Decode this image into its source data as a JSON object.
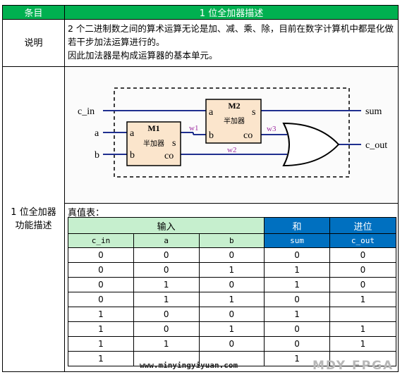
{
  "header": {
    "col1": "条目",
    "col2": "1 位全加器描述"
  },
  "row1": {
    "label": "说明",
    "line1": "2 个二进制数之间的算术运算无论是加、减、乘、除，目前在数字计算机中都是化做若干步加法运算进行的。",
    "line2": "因此加法器是构成运算器的基本单元。"
  },
  "row2": {
    "label_line1": "1 位全加器",
    "label_line2": "功能描述",
    "diagram": {
      "inputs": [
        "c_in",
        "a",
        "b"
      ],
      "outputs": [
        "sum",
        "c_out"
      ],
      "m1": {
        "name": "M1",
        "sub": "半加器",
        "ports": [
          "a",
          "b",
          "s",
          "co"
        ]
      },
      "m2": {
        "name": "M2",
        "sub": "半加器",
        "ports": [
          "a",
          "b",
          "s",
          "co"
        ]
      },
      "wires": [
        "w1",
        "w2",
        "w3"
      ]
    },
    "truth_label": "真值表：",
    "truth_table": {
      "group_input": "输入",
      "group_sum": "和",
      "group_carry": "进位",
      "columns": [
        "c_in",
        "a",
        "b",
        "sum",
        "c_out"
      ],
      "rows": [
        [
          "0",
          "0",
          "0",
          "0",
          "0"
        ],
        [
          "0",
          "0",
          "1",
          "1",
          "0"
        ],
        [
          "0",
          "1",
          "0",
          "1",
          "0"
        ],
        [
          "0",
          "1",
          "1",
          "0",
          "1"
        ],
        [
          "1",
          "0",
          "0",
          "1",
          ""
        ],
        [
          "1",
          "0",
          "1",
          "0",
          "1"
        ],
        [
          "1",
          "1",
          "0",
          "0",
          "1"
        ],
        [
          "1",
          "",
          "",
          "1",
          ""
        ]
      ]
    }
  },
  "watermark": {
    "site": "www.minyingyiyuan.com",
    "brand": "MDY FPGA"
  },
  "colors": {
    "header_green": "#00b050",
    "light_green": "#c6efce",
    "blue": "#0070c0",
    "module_fill": "#fbe5cc",
    "wire": "#1f2f8f",
    "wire_label": "#9c2aa0"
  }
}
